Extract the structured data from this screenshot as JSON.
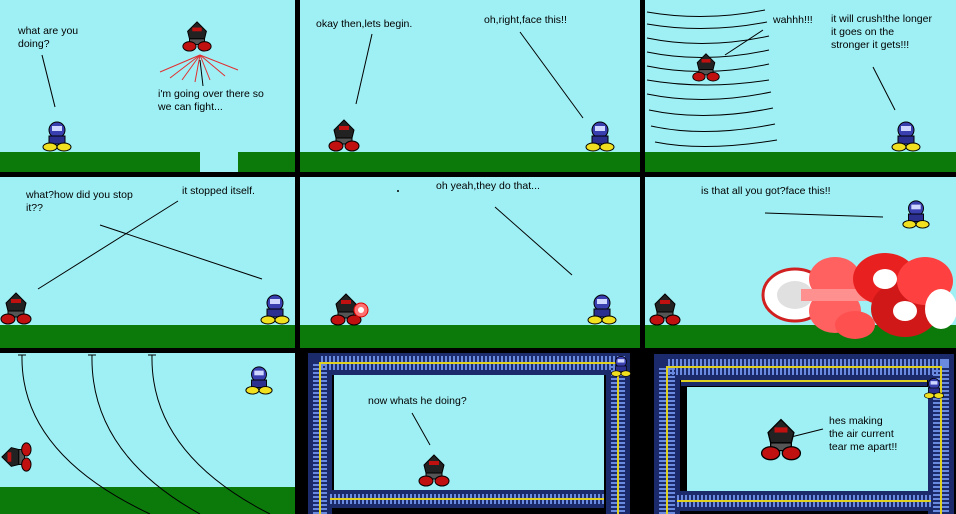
{
  "comic": {
    "panels": [
      {
        "id": "p1",
        "captions": [
          "what are you\ndoing?",
          "i'm going over there so\nwe can fight..."
        ]
      },
      {
        "id": "p2",
        "captions": [
          "okay then,lets begin.",
          "oh,right,face this!!"
        ]
      },
      {
        "id": "p3",
        "captions": [
          "wahhh!!!",
          "it will crush!the longer\nit goes on the\nstronger it gets!!!"
        ]
      },
      {
        "id": "p4",
        "captions": [
          "what?how did you stop\nit??",
          "it stopped itself."
        ]
      },
      {
        "id": "p5",
        "captions": [
          "oh yeah,they do that..."
        ]
      },
      {
        "id": "p6",
        "captions": [
          "is that all you got?face this!!"
        ]
      },
      {
        "id": "p7",
        "captions": []
      },
      {
        "id": "p8",
        "captions": [
          "now whats he doing?"
        ]
      },
      {
        "id": "p9",
        "captions": [
          "hes making\nthe air current\ntear me apart!!"
        ]
      }
    ]
  },
  "colors": {
    "sky": "#9ff0f5",
    "ground": "#0b7a0b",
    "blue_robot": "#3a3fb0",
    "red_robot": "#c01010",
    "yellow": "#f0e020"
  }
}
